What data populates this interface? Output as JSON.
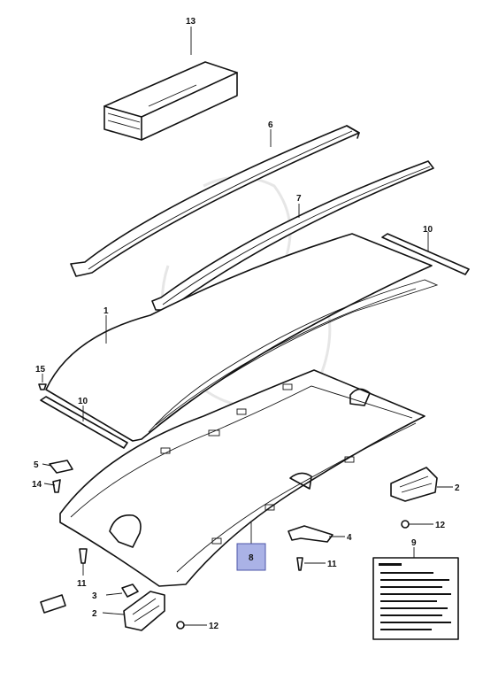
{
  "diagram": {
    "callouts": {
      "p13": "13",
      "p6": "6",
      "p7": "7",
      "p10a": "10",
      "p1": "1",
      "p15": "15",
      "p10b": "10",
      "p5": "5",
      "p14": "14",
      "p2a": "2",
      "p12a": "12",
      "p9": "9",
      "p4": "4",
      "p8": "8",
      "p11a": "11",
      "p11b": "11",
      "p3": "3",
      "p2b": "2",
      "p12b": "12"
    },
    "highlighted_part": "8",
    "highlight_color": "#aab2e6"
  }
}
